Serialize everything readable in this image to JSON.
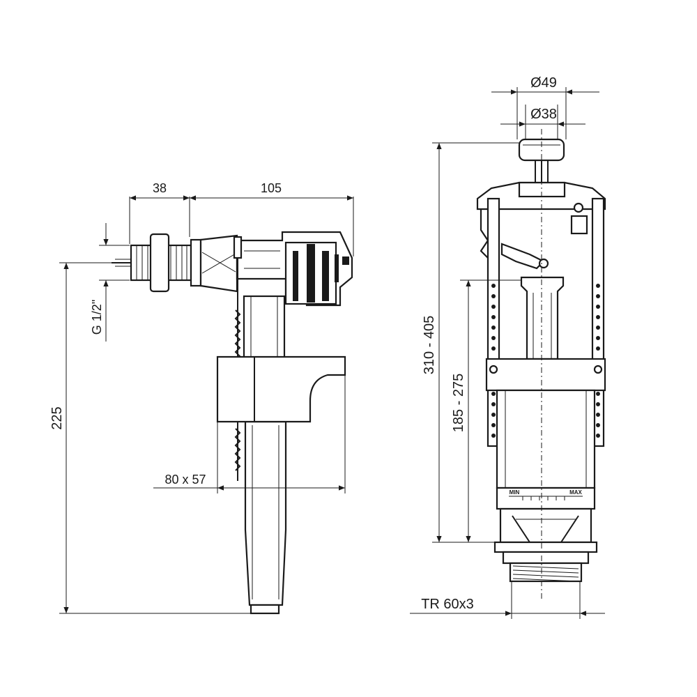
{
  "fill_valve": {
    "dim_38": "38",
    "dim_105": "105",
    "dim_thread": "G 1/2\"",
    "dim_height": "225",
    "dim_float": "80 x 57"
  },
  "flush_valve": {
    "dim_button_outer": "Ø49",
    "dim_button_inner": "Ø38",
    "dim_total_height": "310 - 405",
    "dim_overflow_height": "185 - 275",
    "dim_thread": "TR 60x3",
    "scale_min": "MIN",
    "scale_max": "MAX"
  },
  "colors": {
    "line": "#1a1a1a",
    "background": "#ffffff"
  }
}
